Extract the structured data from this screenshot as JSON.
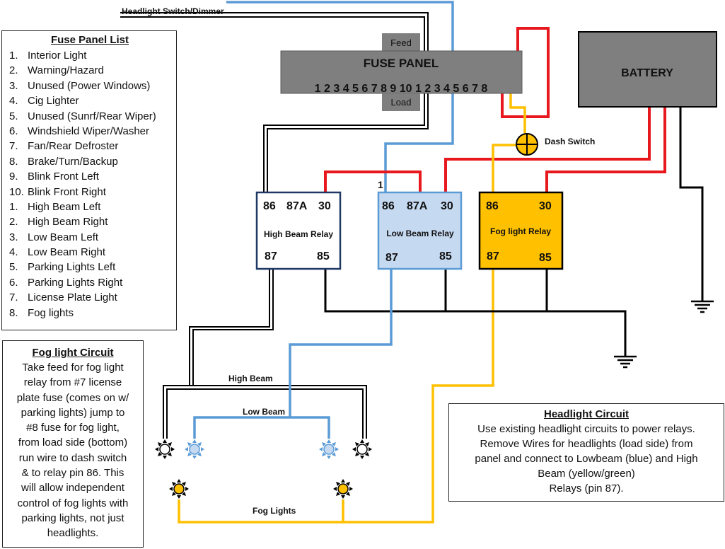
{
  "fuse_panel_list": {
    "title": "Fuse Panel List",
    "items": [
      {
        "n": "1.",
        "label": "Interior Light"
      },
      {
        "n": "2.",
        "label": "Warning/Hazard"
      },
      {
        "n": "3.",
        "label": "Unused (Power Windows)"
      },
      {
        "n": "4.",
        "label": "Cig Lighter"
      },
      {
        "n": "5.",
        "label": "Unused (Sunrf/Rear Wiper)"
      },
      {
        "n": "6.",
        "label": "Windshield Wiper/Washer"
      },
      {
        "n": "7.",
        "label": "Fan/Rear Defroster"
      },
      {
        "n": "8.",
        "label": "Brake/Turn/Backup"
      },
      {
        "n": "9.",
        "label": "Blink Front Left"
      },
      {
        "n": "10.",
        "label": "Blink Front Right"
      },
      {
        "n": "1.",
        "label": "High Beam Left"
      },
      {
        "n": "2.",
        "label": "High Beam Right"
      },
      {
        "n": "3.",
        "label": "Low Beam Left"
      },
      {
        "n": "4.",
        "label": "Low Beam Right"
      },
      {
        "n": "5.",
        "label": "Parking Lights Left"
      },
      {
        "n": "6.",
        "label": "Parking Lights Right"
      },
      {
        "n": "7.",
        "label": "License Plate Light"
      },
      {
        "n": "8.",
        "label": "Fog lights"
      }
    ]
  },
  "fog_circuit": {
    "title": "Fog light Circuit",
    "lines": [
      "Take feed for fog light",
      "relay from #7 license",
      "plate fuse (comes on w/",
      "parking lights) jump to",
      "#8 fuse for fog light,",
      "from load side (bottom)",
      "run wire to dash switch",
      "& to relay pin 86. This",
      "will allow independent",
      "control of fog lights with",
      "parking lights, not just",
      "headlights."
    ]
  },
  "headlight_circuit": {
    "title": "Headlight Circuit",
    "lines": [
      "Use existing headlight circuits to power relays.",
      "Remove Wires for headlights (load side) from",
      "panel and connect to Lowbeam (blue) and High",
      "Beam (yellow/green)",
      "Relays (pin 87)."
    ]
  },
  "fuse_panel": {
    "title": "FUSE PANEL",
    "feed_label": "Feed",
    "load_label": "Load",
    "numbers": "1 2 3 4 5 6 7 8 9 10 1 2 3 4 5 6 7 8"
  },
  "battery": {
    "label": "BATTERY"
  },
  "labels": {
    "headlight_switch": "Headlight Switch/Dimmer",
    "dash_switch": "Dash Switch",
    "high_beam": "High Beam",
    "low_beam": "Low Beam",
    "fog_lights": "Fog Lights",
    "wire_marker": "1"
  },
  "relays": {
    "high_beam": {
      "name": "High Beam Relay",
      "pin86": "86",
      "pin87a": "87A",
      "pin30": "30",
      "pin87": "87",
      "pin85": "85"
    },
    "low_beam": {
      "name": "Low Beam Relay",
      "pin86": "86",
      "pin87a": "87A",
      "pin30": "30",
      "pin87": "87",
      "pin85": "85"
    },
    "fog": {
      "name": "Fog light Relay",
      "pin86": "86",
      "pin30": "30",
      "pin87": "87",
      "pin85": "85"
    }
  },
  "colors": {
    "wire_red": "#e8191e",
    "wire_blue": "#5b9bd5",
    "wire_yellow": "#ffc000",
    "wire_black": "#000000",
    "panel_gray": "#7f7f7f",
    "relay_high_fill": "#ffffff",
    "relay_low_fill": "#c5d9f1",
    "relay_fog_fill": "#ffc000",
    "relay_border": "#1f3864"
  }
}
